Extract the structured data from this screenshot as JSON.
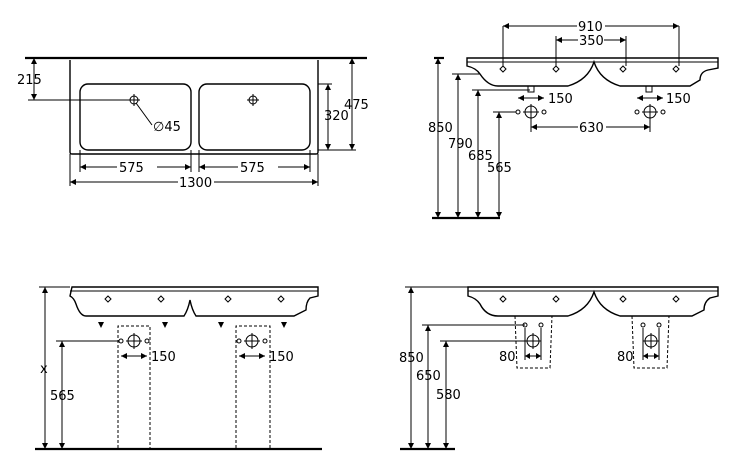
{
  "views": {
    "top": {
      "dim_215": "215",
      "dim_320": "320",
      "dim_475": "475",
      "dim_575_left": "575",
      "dim_575_right": "575",
      "dim_1300": "1300",
      "dim_diameter": "∅45"
    },
    "front_right": {
      "dim_910": "910",
      "dim_350": "350",
      "dim_150_left": "150",
      "dim_150_right": "150",
      "dim_630": "630",
      "dim_850": "850",
      "dim_790": "790",
      "dim_685": "685",
      "dim_565": "565"
    },
    "front_left_bottom": {
      "dim_x": "x",
      "dim_565": "565",
      "dim_150_left": "150",
      "dim_150_right": "150"
    },
    "front_right_bottom": {
      "dim_850": "850",
      "dim_650": "650",
      "dim_580": "580",
      "dim_80_left": "80",
      "dim_80_right": "80"
    }
  }
}
